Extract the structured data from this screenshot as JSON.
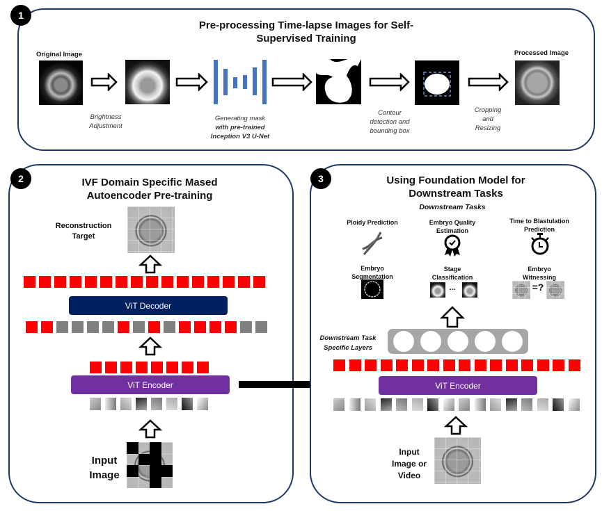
{
  "panel1": {
    "badge": "1",
    "title_line1": "Pre-processing Time-lapse Images for Self-",
    "title_line2": "Supervised Training",
    "original_label": "Original Image",
    "processed_label": "Processed Image",
    "steps": [
      {
        "line1": "Brightness",
        "line2": "Adjustment",
        "line3": ""
      },
      {
        "line1": "Generating mask",
        "line2": "with pre-trained",
        "line3": "Inception V3 U-Net"
      },
      {
        "line1": "Contour",
        "line2": "detection and",
        "line3": "bounding box"
      },
      {
        "line1": "Cropping",
        "line2": "and",
        "line3": "Resizing"
      }
    ],
    "unet_color": "#4472c4"
  },
  "panel2": {
    "badge": "2",
    "title_line1": "IVF Domain Specific Mased",
    "title_line2": "Autoencoder Pre-training",
    "recon_label_line1": "Reconstruction",
    "recon_label_line2": "Target",
    "decoder_label": "ViT Decoder",
    "encoder_label": "ViT Encoder",
    "input_label_line1": "Input",
    "input_label_line2": "Image",
    "decoder_output_tokens": 16,
    "decoder_input_mask": [
      "visible",
      "visible",
      "masked",
      "masked",
      "masked",
      "masked",
      "visible",
      "masked",
      "visible",
      "masked",
      "visible",
      "visible",
      "visible",
      "visible",
      "masked",
      "masked"
    ],
    "encoder_output_tokens": 8,
    "visible_patches": 8
  },
  "panel3": {
    "badge": "3",
    "title_line1": "Using Foundation Model for",
    "title_line2": "Downstream Tasks",
    "tasks_heading": "Downstream Tasks",
    "tasks": [
      {
        "label_line1": "Ploidy Prediction",
        "label_line2": "",
        "icon": "dna-icon"
      },
      {
        "label_line1": "Embryo Quality",
        "label_line2": "Estimation",
        "icon": "award-ribbon-icon"
      },
      {
        "label_line1": "Time to Blastulation",
        "label_line2": "Prediction",
        "icon": "stopwatch-icon"
      },
      {
        "label_line1": "Embryo",
        "label_line2": "Segmentation",
        "icon": "segmentation-mask-image"
      },
      {
        "label_line1": "Stage",
        "label_line2": "Classification",
        "icon": "stage-images"
      },
      {
        "label_line1": "Embryo",
        "label_line2": "Witnessing",
        "icon": "witnessing-images"
      }
    ],
    "ellipsis": "...",
    "equals_question": "=?",
    "task_layers_label_line1": "Downstream Task",
    "task_layers_label_line2": "Specific Layers",
    "task_layer_nodes": 5,
    "encoder_output_tokens": 16,
    "encoder_label": "ViT Encoder",
    "input_patches": 16,
    "input_label_line1": "Input",
    "input_label_line2": "Image or",
    "input_label_line3": "Video"
  },
  "colors": {
    "panel_border": "#1f3864",
    "token_red": "#ff0000",
    "token_gray": "#808080",
    "decoder_bar": "#002060",
    "encoder_bar": "#7030a0",
    "task_layer_bg": "#a6a6a6"
  }
}
